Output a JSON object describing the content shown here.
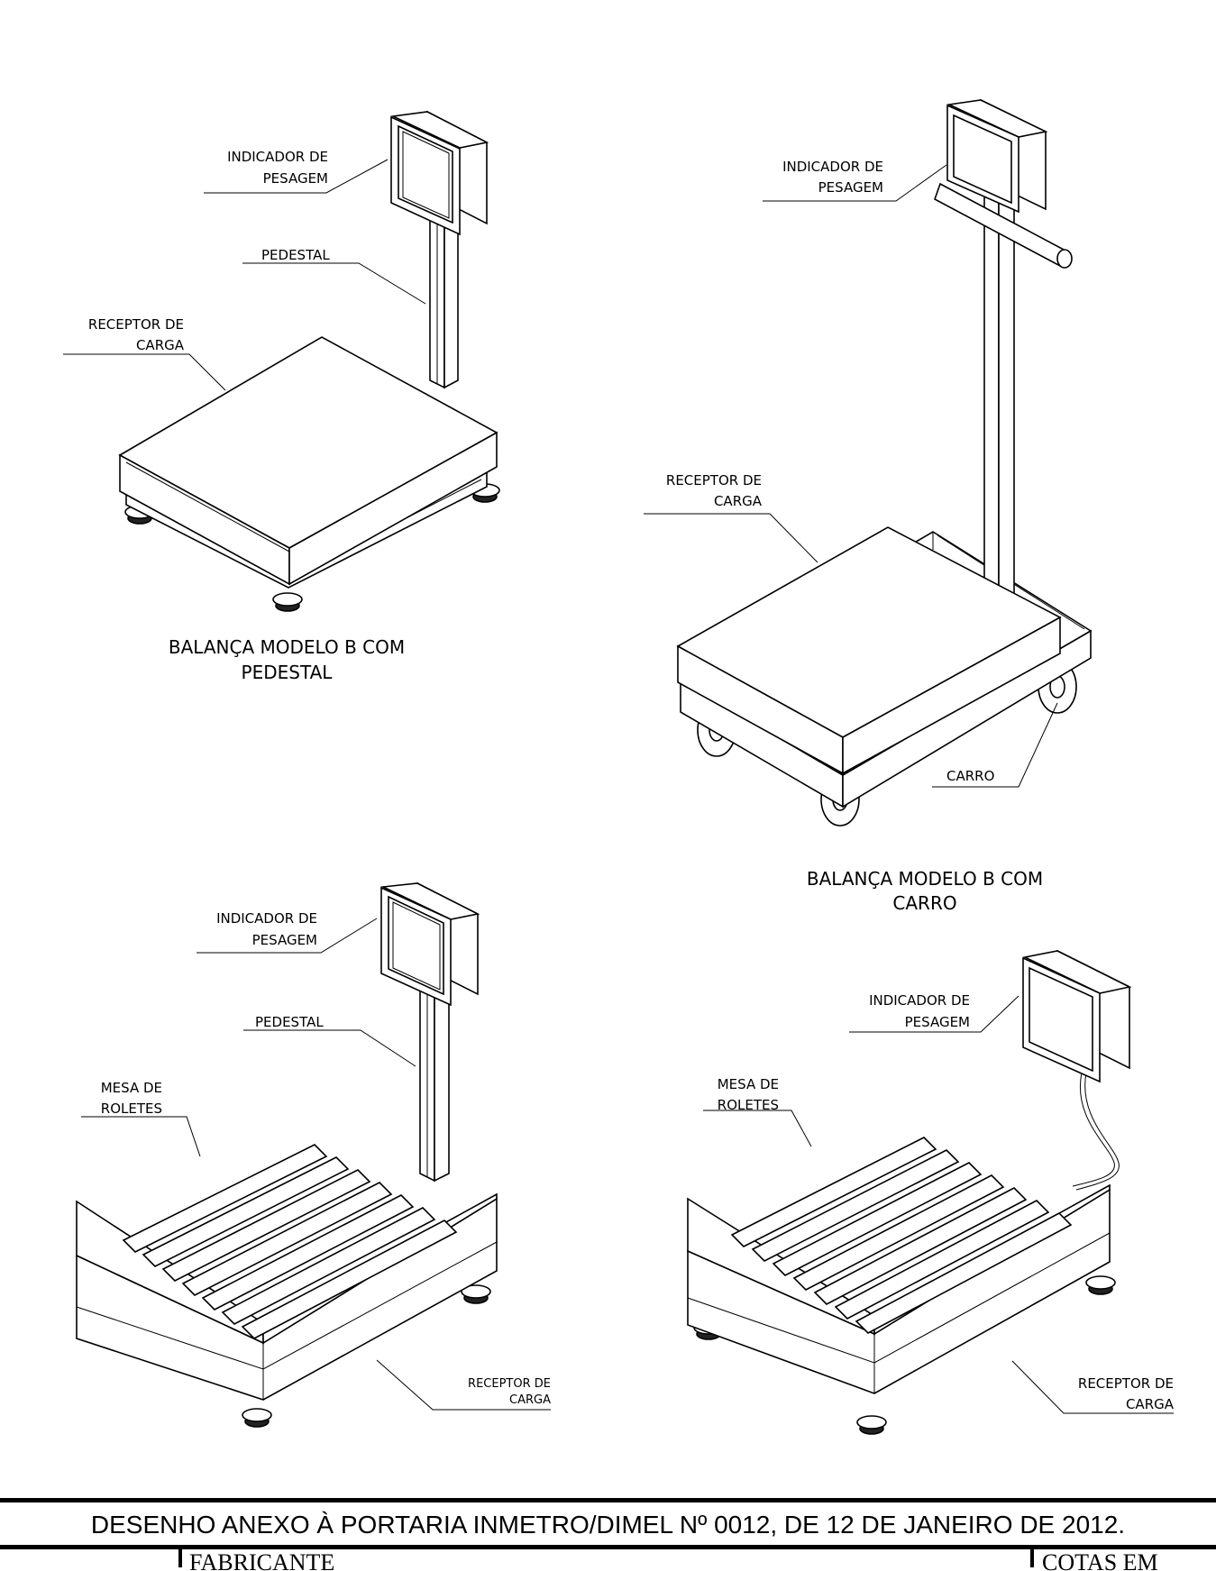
{
  "labels": {
    "s1_indicador": [
      "INDICADOR DE",
      "PESAGEM"
    ],
    "s1_pedestal": "PEDESTAL",
    "s1_receptor": [
      "RECEPTOR DE",
      "CARGA"
    ],
    "s1_caption": [
      "BALANÇA MODELO B COM",
      "PEDESTAL"
    ],
    "s2_indicador": [
      "INDICADOR DE",
      "PESAGEM"
    ],
    "s2_receptor": [
      "RECEPTOR DE",
      "CARGA"
    ],
    "s2_carro": "CARRO",
    "s2_caption": [
      "BALANÇA MODELO B COM",
      "CARRO"
    ],
    "s3_indicador": [
      "INDICADOR DE",
      "PESAGEM"
    ],
    "s3_pedestal": "PEDESTAL",
    "s3_mesa": [
      "MESA DE",
      "ROLETES"
    ],
    "s3_receptor": [
      "RECEPTOR DE",
      "CARGA"
    ],
    "s4_indicador": [
      "INDICADOR DE",
      "PESAGEM"
    ],
    "s4_mesa": [
      "MESA DE",
      "ROLETES"
    ],
    "s4_receptor": [
      "RECEPTOR DE",
      "CARGA"
    ]
  },
  "footer": {
    "caption": "DESENHO ANEXO À PORTARIA INMETRO/DIMEL Nº 0012, DE 12 DE JANEIRO DE 2012.",
    "fabricante": "FABRICANTE",
    "cotas": "COTAS EM"
  }
}
